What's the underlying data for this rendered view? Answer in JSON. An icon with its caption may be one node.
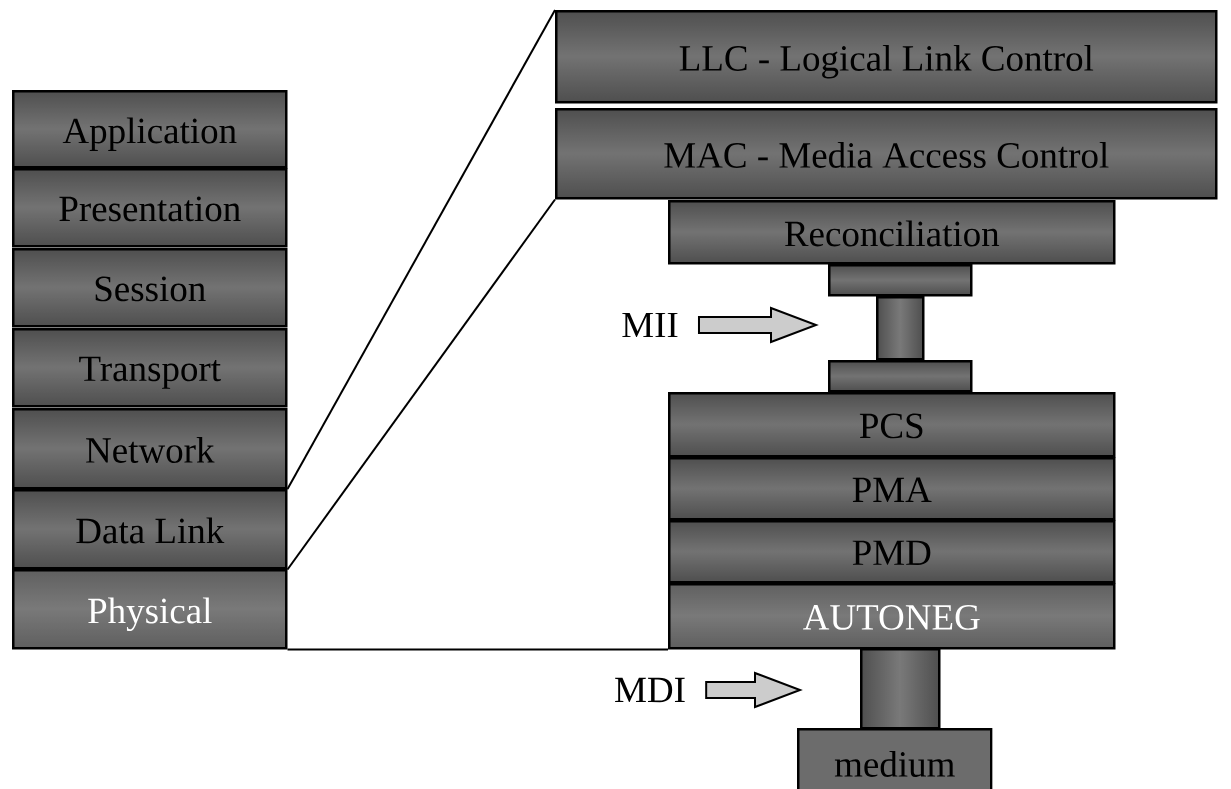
{
  "diagram": {
    "nodes": [
      {
        "text": [
          "Application"
        ]
      },
      {
        "text": [
          "Presentation"
        ]
      },
      {
        "text": [
          "Session"
        ]
      },
      {
        "text": [
          "Transport"
        ]
      },
      {
        "text": [
          "Network"
        ]
      },
      {
        "text": [
          "Data Link"
        ]
      },
      {
        "text": [
          "Physical"
        ]
      },
      {
        "text": [
          "LLC - Logical Link Control"
        ]
      },
      {
        "text": [
          "MAC - Media Access Control"
        ]
      },
      {
        "text": [
          "Reconciliation"
        ]
      },
      {
        "text": [],
        "shape": "box"
      },
      {
        "text": [],
        "shape": "box"
      },
      {
        "text": [],
        "shape": "box"
      },
      {
        "text": [
          "PCS"
        ]
      },
      {
        "text": [
          "PMA"
        ]
      },
      {
        "text": [
          "PMD"
        ]
      },
      {
        "text": [
          "AUTONEG"
        ]
      },
      {
        "text": [],
        "shape": "box"
      },
      {
        "text": [
          "medium"
        ]
      },
      {
        "text": [
          "MII"
        ]
      },
      {
        "text": [
          "MDI"
        ]
      }
    ],
    "edges": [
      {
        "from": 5,
        "to": 7,
        "arrow": "none"
      },
      {
        "from": 5,
        "to": 8,
        "arrow": "none"
      },
      {
        "from": 6,
        "to": 16,
        "arrow": "none"
      },
      {
        "from": 19,
        "to": 11,
        "arrow": "to"
      },
      {
        "from": 20,
        "to": 17,
        "arrow": "to"
      }
    ]
  }
}
